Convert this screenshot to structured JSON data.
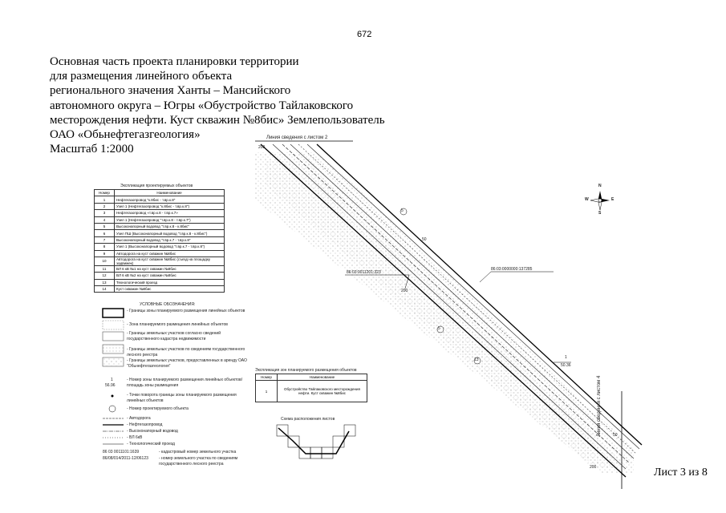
{
  "page_number": "672",
  "title_lines": [
    "Основная часть проекта планировки территории",
    "для размещения линейного объекта",
    "регионального значения Ханты – Мансийского",
    "автономного округа – Югры «Обустройство Тайлаковского",
    "месторождения нефти. Куст скважин №8бис» Землепользователь",
    "ОАО «Обьнефтегазгеология»",
    "Масштаб 1:2000"
  ],
  "sheet_label": "Лист 3 из 8",
  "map_labels": {
    "match_line_top": "Линия сведения с листом 2",
    "match_line_right": "Линия сведения с листом 4",
    "cadastral_1": "86:03:0011201:323",
    "cadastral_2": "86:03:0000000:137285",
    "n200_top": "200",
    "n200_mid": "200",
    "n200_bottom": "200",
    "n50_a": "50",
    "n50_b": "50",
    "ref_1": "1",
    "ref_1_sub": "50.36",
    "mark_5a": "5",
    "mark_5b": "5",
    "mark_13": "13"
  },
  "compass": {
    "n": "N",
    "s": "S",
    "e": "E",
    "w": "W"
  },
  "objects_table": {
    "caption": "Экспликация проектируемых объектов",
    "header": [
      "Номер",
      "Наименование"
    ],
    "rows": [
      [
        "1",
        "Нефтегазопровод \"к.8бис - т.вр.к.8\""
      ],
      [
        "2",
        "Узел 1 (Нефтегазопровод \"к.8бис - т.вр.к.8\")"
      ],
      [
        "3",
        "Нефтегазопровод «т.вр.к.8 - т.вр.к.7»"
      ],
      [
        "4",
        "Узел 1 (Нефтегазопровод \"т.вр.к.8 - т.вр.к.7\")"
      ],
      [
        "5",
        "Высоконапорный водовод \"т.вр.к.8 - к.8бис\""
      ],
      [
        "6",
        "Узел ПШ (Высоконапорный водовод \"т.вр.к.8 - к.8бис\")"
      ],
      [
        "7",
        "Высоконапорный водовод \"т.вр.к.7 - т.вр.к.8\""
      ],
      [
        "8",
        "Узел 1 (Высоконапорный водовод \"т.вр.к.7 - т.вр.к.8\")"
      ],
      [
        "9",
        "Автодорога на куст скважин №8бис"
      ],
      [
        "10",
        "Автодорога на куст скважин №8бис (съезд на площадку задвижек)"
      ],
      [
        "11",
        "ВЛ 6 кВ №1 на куст скважин №8бис"
      ],
      [
        "12",
        "ВЛ 6 кВ №2 на куст скважин №8бис"
      ],
      [
        "13",
        "Технологический проезд"
      ],
      [
        "14",
        "Куст скважин №8бис"
      ]
    ]
  },
  "legend": {
    "title": "УСЛОВНЫЕ ОБОЗНАЧЕНИЯ:",
    "items": [
      "- Границы зоны планируемого размещения линейных объектов",
      "- Зона планируемого размещения линейных объектов",
      "- Границы земельных участков согласно сведений государственного кадастра недвижимости",
      "- Границы земельных участков по сведениям государственного лесного реестра",
      "- Границы земельных участков, предоставленных в аренду ОАО \"Обьнефтегазгеология\"",
      "- Номер зоны планируемого размещения линейных объектов/площадь зоны размещения",
      "- Точки поворота границы зоны планируемого размещения линейных объектов",
      "- Номер проектируемого объекта",
      "- Автодорога",
      "- Нефтегазопровод",
      "- Высоконапорный водовод",
      "- ВЛ 6кВ",
      "- Технологический проезд",
      "- кадастровый номер земельного участка",
      "- номер земельного участка по сведениям государственного лесного реестра"
    ],
    "sample_1": "1",
    "sample_1_sub": "56.96",
    "sample_cad": "86 03 0011101:1639",
    "sample_forest": "86/08/014/2011-12/06123"
  },
  "position_table": {
    "caption": "Экспликация зон планируемого размещения объектов",
    "header": [
      "Номер",
      "Наименование"
    ],
    "row": [
      "1",
      "Обустройство Тайлаковского месторождения нефти. Куст скважин №8бис"
    ]
  },
  "scheme_caption": "Схема расположения листов"
}
